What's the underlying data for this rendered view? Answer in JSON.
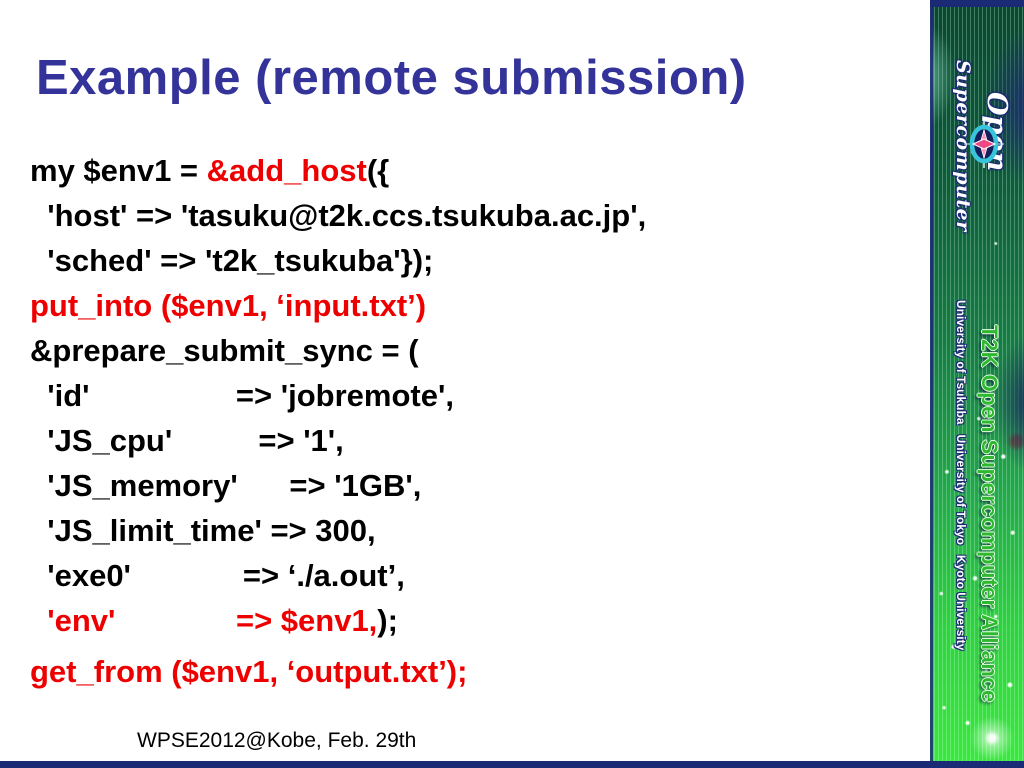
{
  "slide": {
    "title": "Example (remote submission)",
    "footer": "WPSE2012@Kobe, Feb. 29th"
  },
  "colors": {
    "title_blue": "#333399",
    "code_red": "#ee0000",
    "code_black": "#000000",
    "navy": "#1b2a75",
    "alliance_green": "#2eb82e",
    "sidebar_green_dark": "#0a4731",
    "sidebar_green_bright": "#3be83e"
  },
  "code": {
    "lines": [
      {
        "segments": [
          {
            "t": "my $env1 = ",
            "c": "black"
          },
          {
            "t": "&add_host",
            "c": "red"
          },
          {
            "t": "({",
            "c": "black"
          }
        ]
      },
      {
        "segments": [
          {
            "t": "  'host' => 'tasuku@t2k.ccs.tsukuba.ac.jp',",
            "c": "black"
          }
        ]
      },
      {
        "segments": [
          {
            "t": "  'sched' => 't2k_tsukuba'});",
            "c": "black"
          }
        ]
      },
      {
        "segments": [
          {
            "t": "put_into ($env1, ‘input.txt’)",
            "c": "red"
          }
        ]
      },
      {
        "segments": [
          {
            "t": "&prepare_submit_sync = (",
            "c": "black"
          }
        ]
      },
      {
        "segments": [
          {
            "t": "  'id'                 => 'jobremote',",
            "c": "black"
          }
        ]
      },
      {
        "segments": [
          {
            "t": "  'JS_cpu'          => '1',",
            "c": "black"
          }
        ]
      },
      {
        "segments": [
          {
            "t": "  'JS_memory'      => '1GB',",
            "c": "black"
          }
        ]
      },
      {
        "segments": [
          {
            "t": "  'JS_limit_time' => 300,",
            "c": "black"
          }
        ]
      },
      {
        "segments": [
          {
            "t": "  'exe0'             => ‘./a.out’,",
            "c": "black"
          }
        ]
      },
      {
        "segments": [
          {
            "t": "  'env'              => $env1,",
            "c": "red"
          },
          {
            "t": ");",
            "c": "black"
          }
        ]
      },
      {
        "segments": [
          {
            "t": "get_from ($env1, ‘output.txt’);",
            "c": "red"
          }
        ]
      }
    ]
  },
  "sidebar": {
    "logo_open": "Open",
    "logo_supercomputer": "Supercomputer",
    "alliance_text": "T2K Open Supercomputer Alliance",
    "universities_text": "University of Tsukuba   University of Tokyo   Kyoto University"
  }
}
